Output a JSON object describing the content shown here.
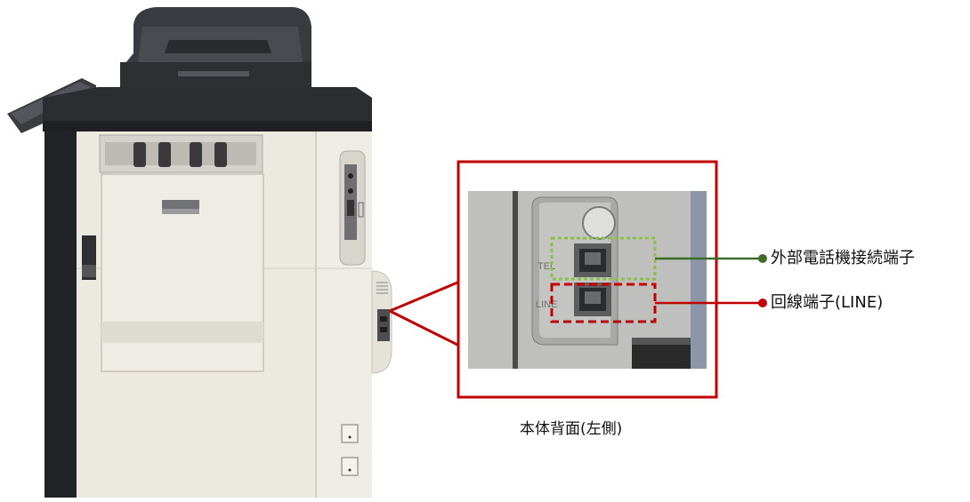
{
  "callouts": {
    "tel_label": "外部電話機接続端子",
    "line_label": "回線端子(LINE)",
    "tel_color": "#3f6b2a",
    "line_color": "#c00000"
  },
  "zoom": {
    "frame_color": "#c00000",
    "port_top_text": "TEL",
    "port_bottom_text": "LINE"
  },
  "caption": "本体背面(左側)"
}
